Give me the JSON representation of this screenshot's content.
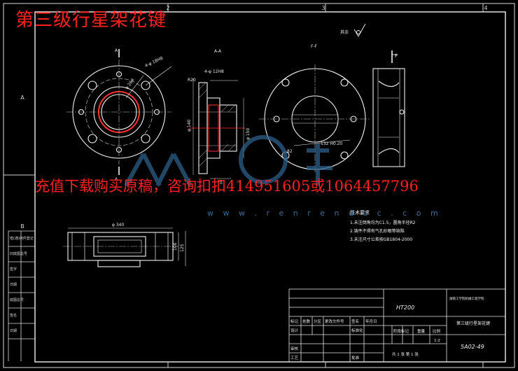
{
  "header": {
    "title": "第三级行星架花键"
  },
  "promo": {
    "text": "充值下载购买原稿，咨询扣扣414951605或1064457796"
  },
  "watermark": {
    "url": "w w w . r e n r e n d o c . c o m"
  },
  "frame": {
    "top_zones": [
      "2",
      "3",
      "4"
    ],
    "left_zones": [
      "A",
      "B"
    ]
  },
  "views": {
    "section_aa": "A-A",
    "section_ff": "F-F",
    "cut_a": "A",
    "cut_f": "F",
    "roughness_note": "其余"
  },
  "dims": {
    "bolt_holes": "4-φ 18H8",
    "bolt_circle": "φ 264",
    "slot": "4-φ 12H8",
    "bore": "φ 140",
    "hub": "φ 150",
    "r20": "R20",
    "len_70": "70",
    "len_82": "82",
    "spline": "132 H0.20",
    "width_340": "φ 340",
    "h_100": "100",
    "h_125": "125"
  },
  "tech_req": {
    "heading": "技术要求",
    "lines": [
      "1.未注倒角均为C1.5，圆角半径R2",
      "2.铸件不得有气孔砂眼等缺陷",
      "3.未注尺寸公差按GB1804-2000"
    ]
  },
  "title_block": {
    "material": "HT200",
    "school": "湖南工学院机械工程学院",
    "part_name": "第三级行星架花键",
    "drawing_no": "5A02-49",
    "scale_label": "比例",
    "mass_label": "重量",
    "stage_label": "阶段标记",
    "scale_value": "1:2",
    "sheet_label": "共 1 张 第 1 张",
    "row_labels": [
      "标记",
      "处数",
      "分区",
      "更改文件号",
      "签名",
      "年月日"
    ],
    "designer": "设计",
    "standard": "标准化",
    "reviewer": "审核",
    "process": "工艺",
    "approve": "批准"
  },
  "left_table": [
    "借(通)用件登记",
    "旧底图总号",
    "签字",
    "日期",
    "底图总号",
    "签名",
    "日期"
  ]
}
